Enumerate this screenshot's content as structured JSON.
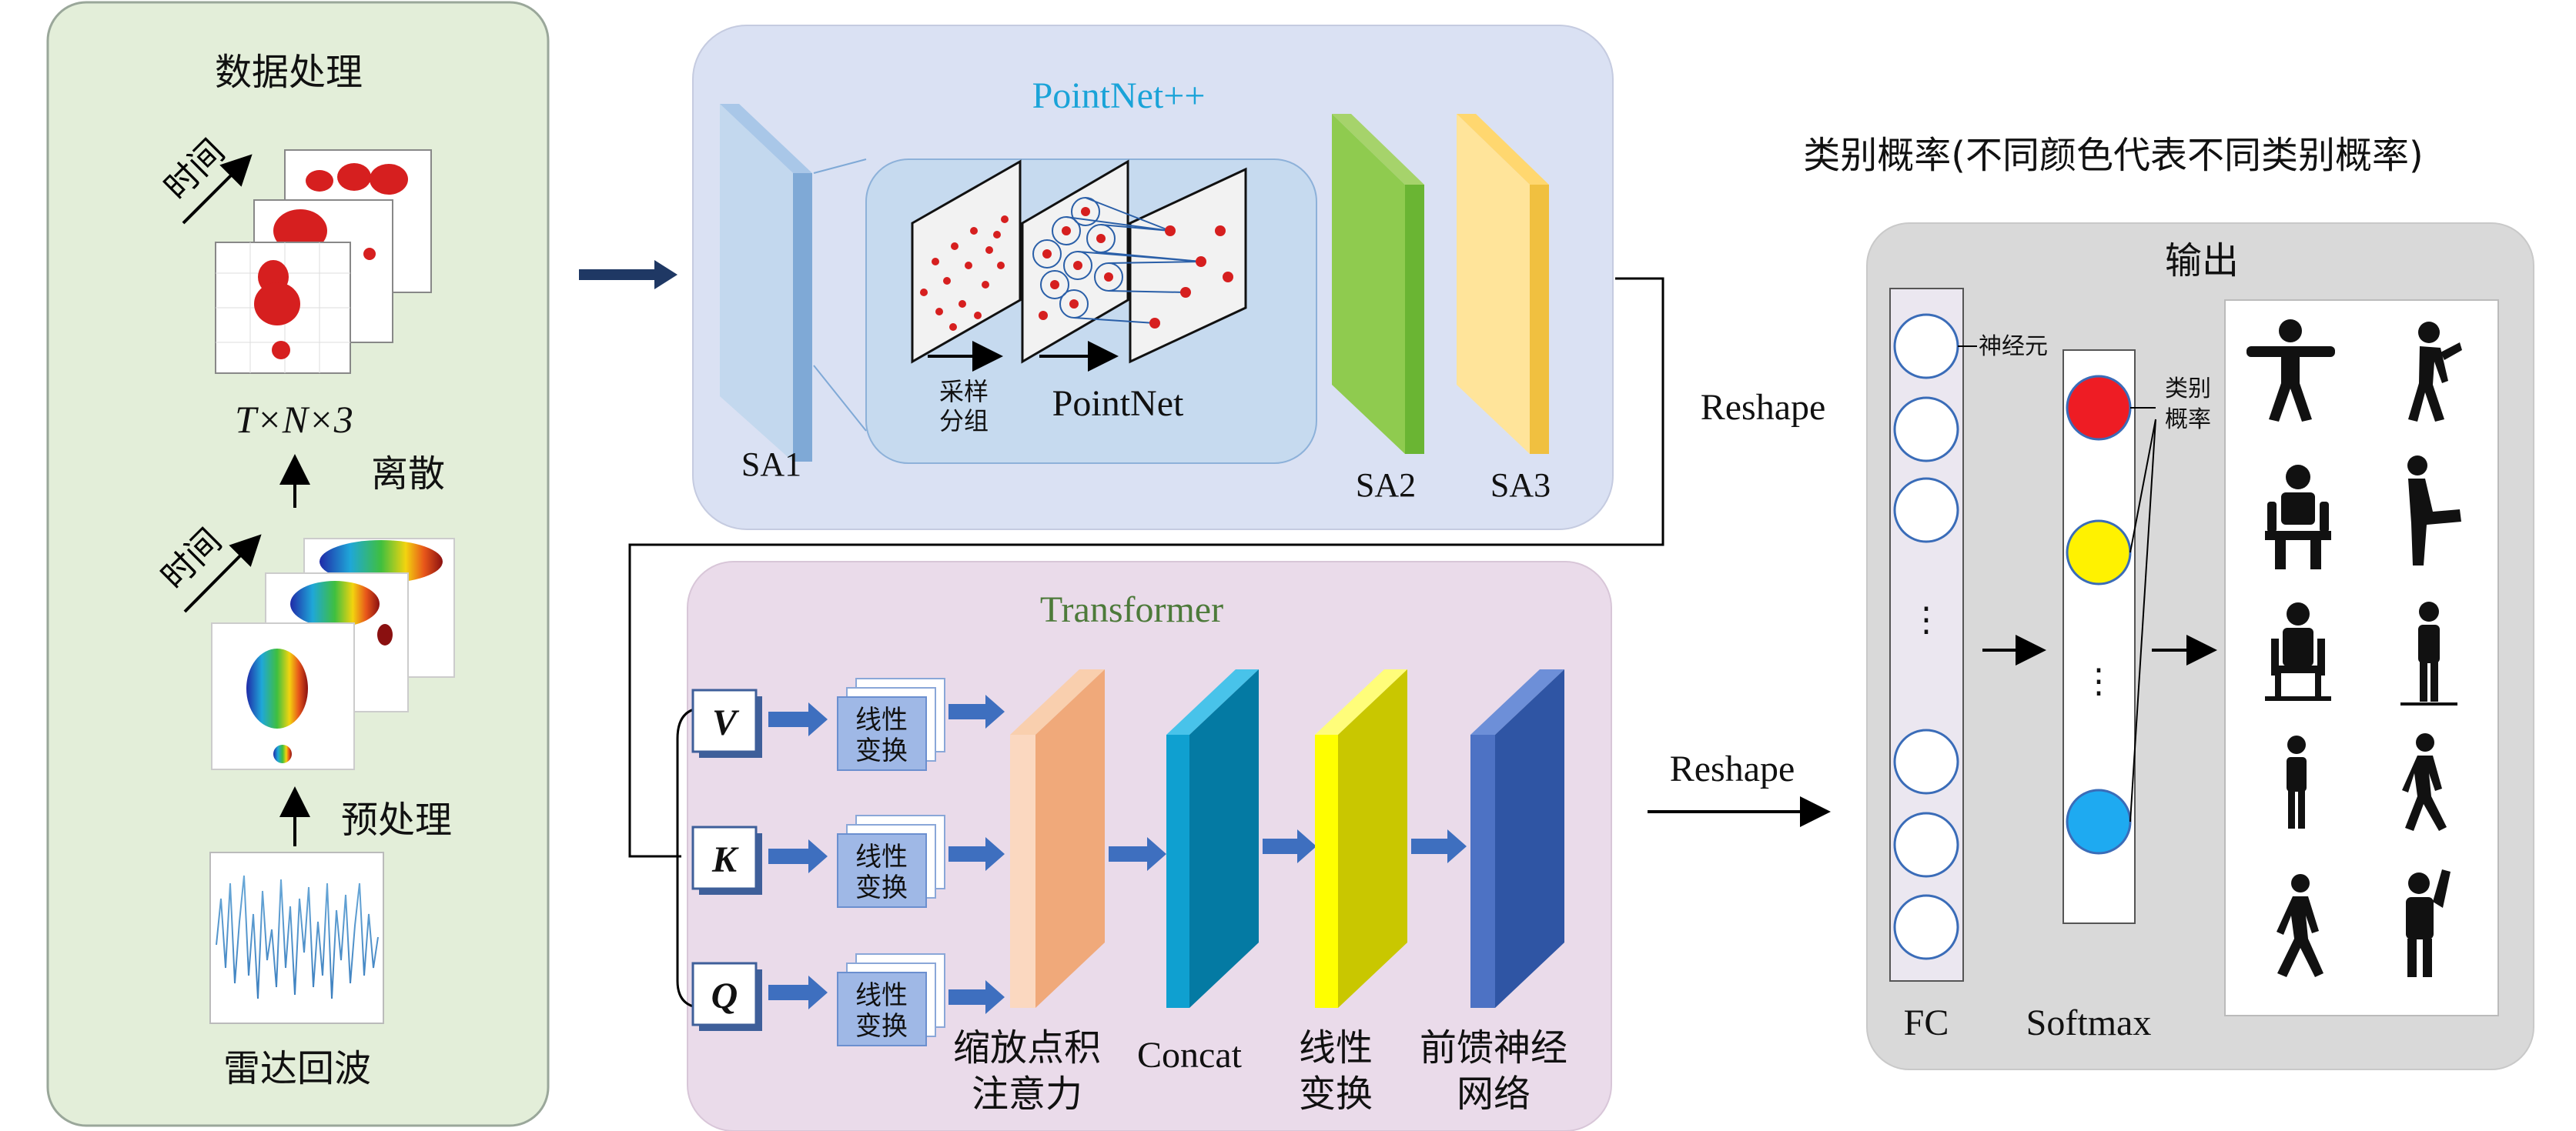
{
  "data_processing": {
    "title": "数据处理",
    "time_label": "时间",
    "shape_label": "T×N×3",
    "discretize_label": "离散",
    "preprocess_label": "预处理",
    "radar_label": "雷达回波"
  },
  "pointnet_pp": {
    "title": "PointNet++",
    "sa1": "SA1",
    "sa2": "SA2",
    "sa3": "SA3",
    "sampling_label_1": "采样",
    "sampling_label_2": "分组",
    "pointnet_label": "PointNet"
  },
  "reshape_top": "Reshape",
  "reshape_bottom": "Reshape",
  "transformer": {
    "title": "Transformer",
    "inputs": [
      "V",
      "K",
      "Q"
    ],
    "linear_label_1": "线性",
    "linear_label_2": "变换",
    "attention_label_1": "缩放点积",
    "attention_label_2": "注意力",
    "concat_label": "Concat",
    "linear_out_label_1": "线性",
    "linear_out_label_2": "变换",
    "ffn_label_1": "前馈神经",
    "ffn_label_2": "网络"
  },
  "output": {
    "top_caption": "类别概率(不同颜色代表不同类别概率)",
    "title": "输出",
    "neuron_label": "神经元",
    "class_prob_label_1": "类别",
    "class_prob_label_2": "概率",
    "fc_label": "FC",
    "softmax_label": "Softmax",
    "dots": "⋮",
    "icons": [
      "person-arms-spread-icon",
      "person-punching-icon",
      "person-sitting-icon",
      "person-kicking-icon",
      "person-sitting-chair-icon",
      "person-standing-icon",
      "person-standing-2-icon",
      "person-walking-icon",
      "person-walking-2-icon",
      "person-waving-icon"
    ]
  },
  "colors": {
    "panel_green": "#e3eed9",
    "panel_blue": "#dae1f3",
    "panel_pink": "#eadbea",
    "panel_gray": "#d9d9d9",
    "title_cyan": "#1aa3d8",
    "title_green": "#4d7a3a",
    "prob_red": "#ee1c24",
    "prob_yellow": "#fff200",
    "prob_blue": "#1eaaf1"
  }
}
